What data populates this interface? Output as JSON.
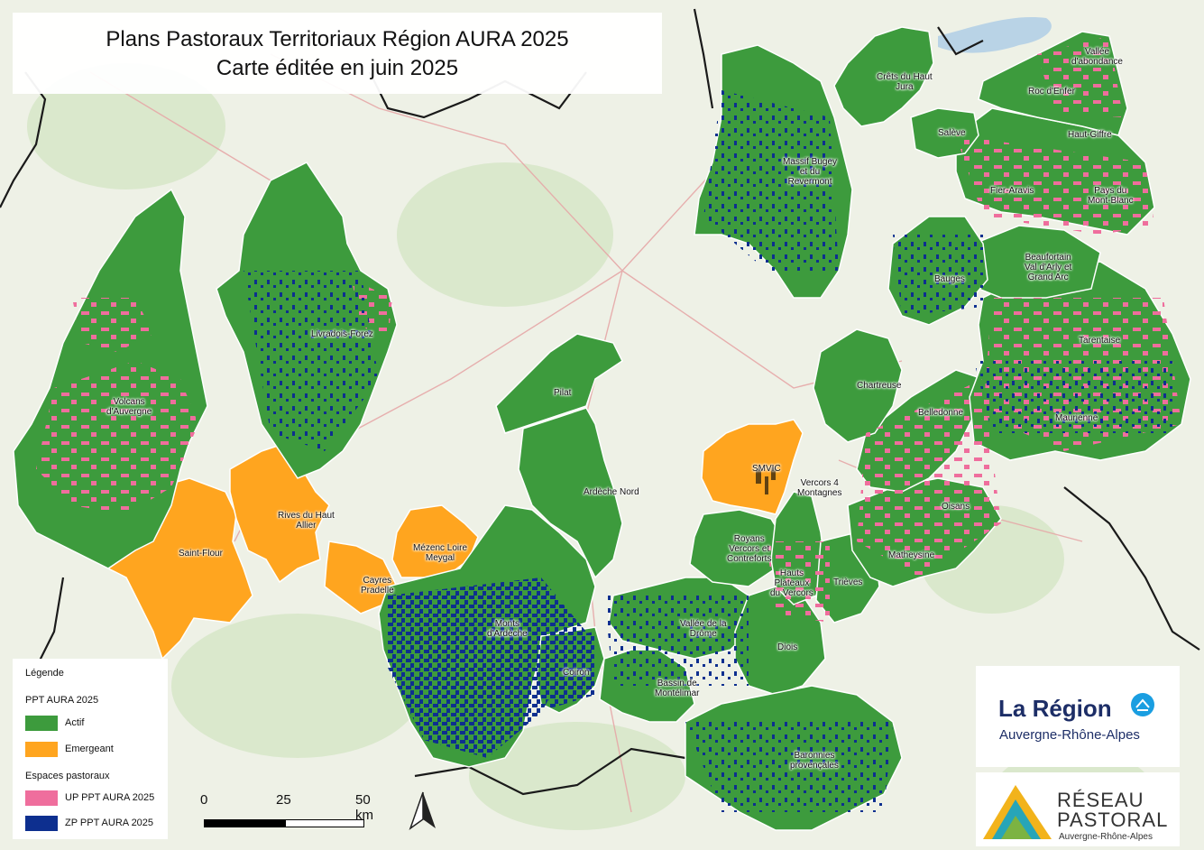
{
  "title": {
    "line1": "Plans Pastoraux Territoriaux Région AURA 2025",
    "line2": "Carte éditée en juin 2025"
  },
  "colors": {
    "actif": "#3d9b3d",
    "emergeant": "#ffa51f",
    "up": "#ef6e9d",
    "zp": "#0d2f8f",
    "basemap": "#eef1e6",
    "water": "#b9d3e6",
    "border": "#1a1a1a"
  },
  "territories": [
    {
      "name": "Volcans\nd'Auvergne",
      "status": "actif"
    },
    {
      "name": "Livradois-Forez",
      "status": "actif"
    },
    {
      "name": "Pilat",
      "status": "actif"
    },
    {
      "name": "Ardèche Nord",
      "status": "actif"
    },
    {
      "name": "Monts\nd'Ardèche",
      "status": "actif"
    },
    {
      "name": "Coiron",
      "status": "actif"
    },
    {
      "name": "Bassin de\nMontélimar",
      "status": "actif"
    },
    {
      "name": "Vallée de la\nDrôme",
      "status": "actif"
    },
    {
      "name": "Diois",
      "status": "actif"
    },
    {
      "name": "Baronnies\nprovençales",
      "status": "actif"
    },
    {
      "name": "Royans\nVercors et\nContreforts",
      "status": "actif"
    },
    {
      "name": "Hauts\nPlateaux\ndu Vercors",
      "status": "actif"
    },
    {
      "name": "Vercors 4\nMontagnes",
      "status": "actif"
    },
    {
      "name": "Trièves",
      "status": "actif"
    },
    {
      "name": "Matheysine",
      "status": "actif"
    },
    {
      "name": "Oisans",
      "status": "actif"
    },
    {
      "name": "Belledonne",
      "status": "actif"
    },
    {
      "name": "Chartreuse",
      "status": "actif"
    },
    {
      "name": "Maurienne",
      "status": "actif"
    },
    {
      "name": "Tarentaise",
      "status": "actif"
    },
    {
      "name": "Beaufortain\nVal d'Arly et\nGrand Arc",
      "status": "actif"
    },
    {
      "name": "Bauges",
      "status": "actif"
    },
    {
      "name": "Fier-Aravis",
      "status": "actif"
    },
    {
      "name": "Pays du\nMont-Blanc",
      "status": "actif"
    },
    {
      "name": "Haut-Giffre",
      "status": "actif"
    },
    {
      "name": "Roc d'Enfer",
      "status": "actif"
    },
    {
      "name": "Vallée\nd'abondance",
      "status": "actif"
    },
    {
      "name": "Salève",
      "status": "actif"
    },
    {
      "name": "Crêts du Haut\nJura",
      "status": "actif"
    },
    {
      "name": "Massif Bugey\net du\nRevermont",
      "status": "actif"
    },
    {
      "name": "SMVIC",
      "status": "emergeant"
    },
    {
      "name": "Saint-Flour",
      "status": "emergeant"
    },
    {
      "name": "Rives du Haut\nAllier",
      "status": "emergeant"
    },
    {
      "name": "Cayres\nPradelle",
      "status": "emergeant"
    },
    {
      "name": "Mézenc Loire\nMeygal",
      "status": "emergeant"
    }
  ],
  "legend": {
    "title": "Légende",
    "group1": "PPT AURA 2025",
    "actif": "Actif",
    "emergeant": "Emergeant",
    "group2": "Espaces pastoraux",
    "up": "UP PPT AURA 2025",
    "zp": "ZP PPT AURA 2025"
  },
  "scale": {
    "t0": "0",
    "t1": "25",
    "t2": "50 km"
  },
  "logos": {
    "region_name": "La Région",
    "region_sub": "Auvergne-Rhône-Alpes",
    "reseau1": "RÉSEAU",
    "reseau2": "PASTORAL",
    "reseau3": "Auvergne-Rhône-Alpes"
  }
}
